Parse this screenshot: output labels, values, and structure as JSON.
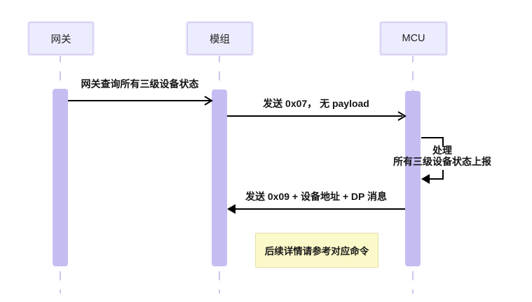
{
  "diagram": {
    "type": "sequence-diagram",
    "actors": [
      {
        "id": "gateway",
        "label": "网关"
      },
      {
        "id": "module",
        "label": "模组"
      },
      {
        "id": "mcu",
        "label": "MCU"
      }
    ],
    "messages": [
      {
        "from": "gateway",
        "to": "module",
        "label": "网关查询所有三级设备状态",
        "arrow": "open"
      },
      {
        "from": "module",
        "to": "mcu",
        "label": "发送 0x07， 无 payload",
        "arrow": "open"
      },
      {
        "from": "mcu",
        "to": "mcu",
        "self": true,
        "arrow": "filled",
        "lines": [
          "处理",
          "所有三级设备状态上报"
        ]
      },
      {
        "from": "mcu",
        "to": "module",
        "label": "发送 0x09 + 设备地址 + DP 消息",
        "arrow": "filled"
      }
    ],
    "note": {
      "over": [
        "module",
        "mcu"
      ],
      "label": "后续详情请参考对应命令"
    },
    "colors": {
      "actor_fill": "#ECECFF",
      "actor_border": "#CBC5EF",
      "activation_fill": "#C5BDF2",
      "lifeline": "#CFC7EF",
      "note_fill": "#FBF8C9",
      "note_border": "#E3DFAC",
      "line": "#000000",
      "text": "#141414"
    }
  }
}
